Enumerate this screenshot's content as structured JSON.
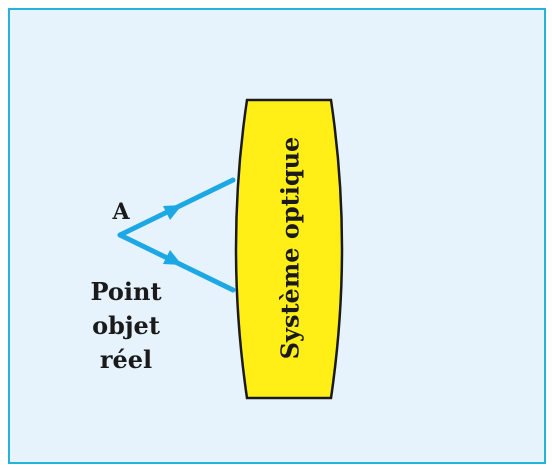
{
  "diagram": {
    "point_label": "A",
    "caption_lines": [
      "Point",
      "objet",
      "réel"
    ],
    "system_label": "Système optique",
    "colors": {
      "frame_border": "#25b3da",
      "background": "#e6f2fc",
      "rays": "#1ca8e4",
      "lens_fill": "#ffef17",
      "lens_stroke": "#1a1a1a",
      "text": "#1a1a1a"
    }
  }
}
